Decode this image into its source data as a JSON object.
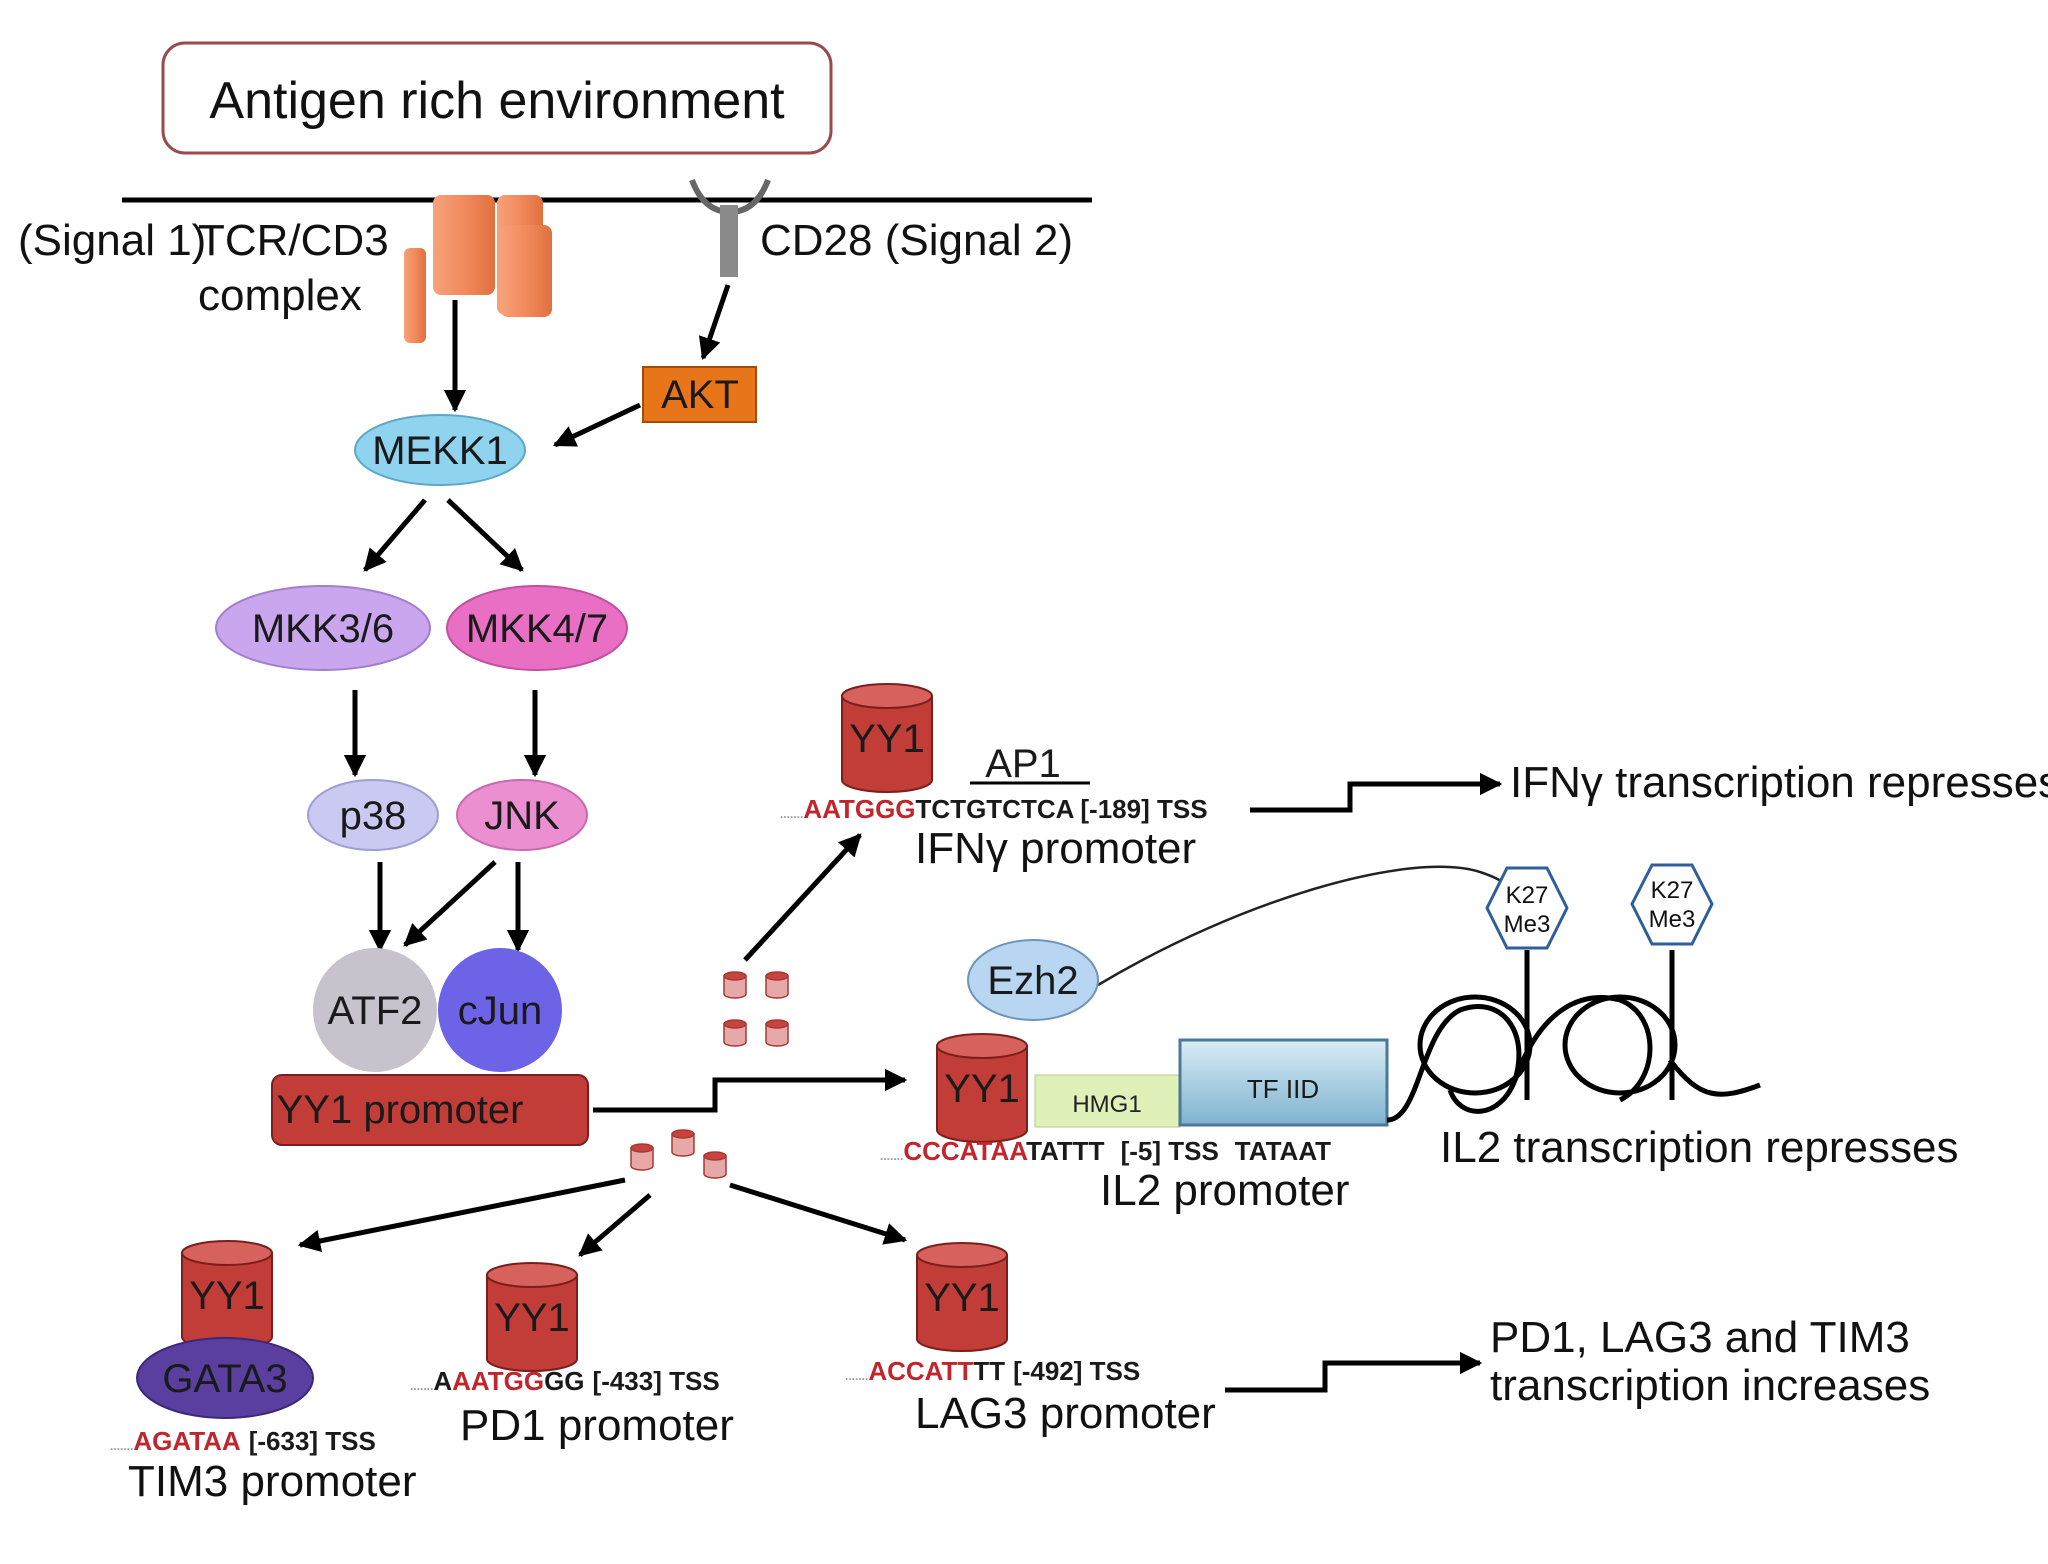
{
  "header": {
    "title": "Antigen rich environment"
  },
  "receptors": {
    "signal1": "(Signal 1)",
    "tcr_line1": "TCR/CD3",
    "tcr_line2": "complex",
    "cd28": "CD28 (Signal 2)"
  },
  "nodes": {
    "akt": "AKT",
    "mekk1": "MEKK1",
    "mkk36": "MKK3/6",
    "mkk47": "MKK4/7",
    "p38": "p38",
    "jnk": "JNK",
    "atf2": "ATF2",
    "cjun": "cJun",
    "yy1_promoter": "YY1 promoter",
    "yy1": "YY1",
    "gata3": "GATA3",
    "ezh2": "Ezh2",
    "hmg1": "HMG1",
    "tfiid": "TF IID",
    "k27": "K27",
    "me3": "Me3",
    "ap1": "AP1"
  },
  "ifng": {
    "seq_red": "AATGGG",
    "seq_black": "TCTGTCTCA",
    "position": "[-189] TSS",
    "promoter": "IFNγ promoter",
    "outcome": "IFNγ transcription represses"
  },
  "il2": {
    "seq_red": "CCCATAA",
    "seq_black": "TATTT",
    "position": "[-5] TSS",
    "tata": "TATAAT",
    "promoter": "IL2 promoter",
    "outcome": "IL2 transcription represses"
  },
  "tim3": {
    "seq_red": "AGATAA",
    "position": "[-633] TSS",
    "promoter": "TIM3 promoter"
  },
  "pd1": {
    "seq_red": "AATGG",
    "seq_black_pre": "A",
    "seq_black_post": "GG",
    "position": "[-433] TSS",
    "promoter": "PD1 promoter"
  },
  "lag3": {
    "seq_red": "ACCATT",
    "seq_black": "TT",
    "position": "[-492] TSS",
    "promoter": "LAG3 promoter"
  },
  "final_outcome": {
    "line1": "PD1, LAG3 and TIM3",
    "line2": "transcription increases"
  },
  "colors": {
    "akt": "#e8751a",
    "mekk1": "#8fd3ee",
    "mkk36": "#c9a6ee",
    "mkk47": "#e86fc4",
    "p38": "#c9c9f2",
    "jnk": "#ec8fd0",
    "atf2": "#c7c2cc",
    "cjun": "#6d63e6",
    "yy1": "#c8403c",
    "gata3": "#5a3fa0",
    "ezh2": "#b8d6f2",
    "hmg1": "#dff0b8",
    "tfiid": "#a9cfe2",
    "tcr": "#f4956a",
    "red_seq": "#c0262c"
  }
}
